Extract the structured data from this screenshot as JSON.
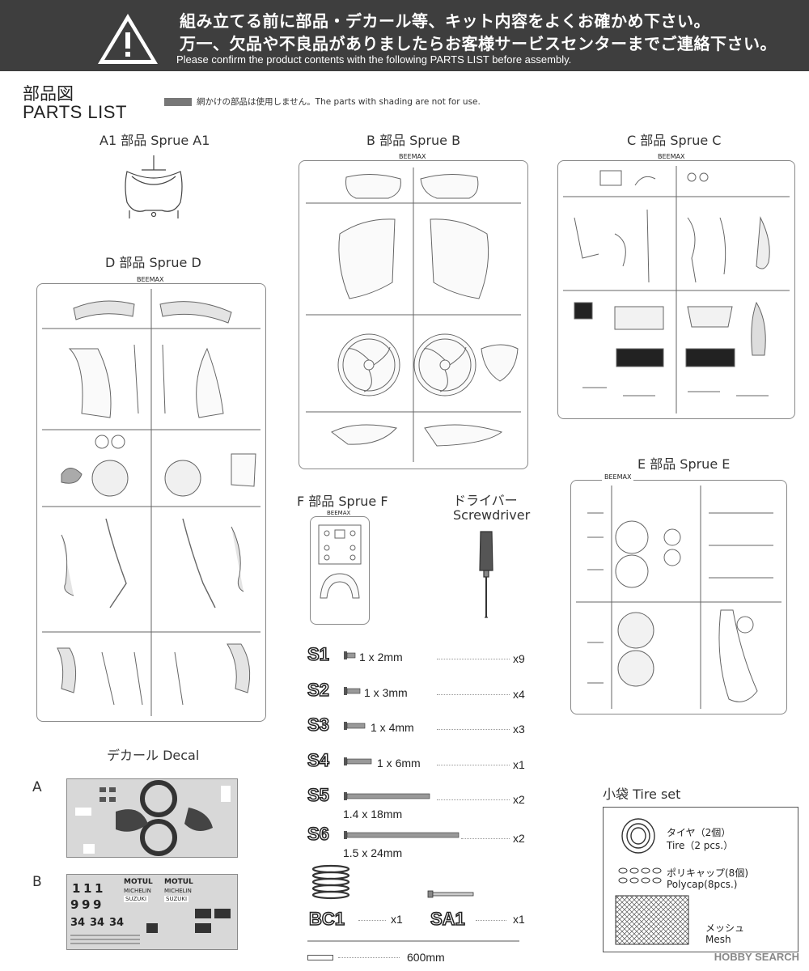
{
  "banner": {
    "line1": "組み立てる前に部品・デカール等、キット内容をよくお確かめ下さい。",
    "line2": "万一、欠品や不良品がありましたらお客様サービスセンターまでご連絡下さい。",
    "line3": "Please confirm the product contents with the following PARTS LIST before assembly."
  },
  "header": {
    "title_jp": "部品図",
    "title_en": "PARTS LIST",
    "shading_note": "網かけの部品は使用しません。The parts with shading are not for use."
  },
  "sprues": {
    "a1": "A1 部品 Sprue A1",
    "b": "B 部品 Sprue B",
    "c": "C 部品 Sprue C",
    "d": "D 部品 Sprue D",
    "e": "E 部品 Sprue E",
    "f": "F 部品 Sprue F",
    "maker_b": "BEEMAX",
    "maker_c": "BEEMAX",
    "maker_d": "BEEMAX",
    "maker_e": "BEEMAX",
    "maker_f": "BEEMAX"
  },
  "screwdriver": {
    "jp": "ドライバー",
    "en": "Screwdriver"
  },
  "screws": [
    {
      "code": "S1",
      "size": "1 x 2mm",
      "qty": "x9"
    },
    {
      "code": "S2",
      "size": "1 x 3mm",
      "qty": "x4"
    },
    {
      "code": "S3",
      "size": "1 x 4mm",
      "qty": "x3"
    },
    {
      "code": "S4",
      "size": "1 x 6mm",
      "qty": "x1"
    },
    {
      "code": "S5",
      "size": "1.4 x 18mm",
      "qty": "x2"
    },
    {
      "code": "S6",
      "size": "1.5 x 24mm",
      "qty": "x2"
    }
  ],
  "bc1": {
    "code": "BC1",
    "qty": "x1"
  },
  "sa1": {
    "code": "SA1",
    "qty": "x1"
  },
  "rod": {
    "length": "600mm"
  },
  "decal": {
    "title": "デカール Decal",
    "a": "A",
    "b": "B",
    "b_texts": [
      "MOTUL",
      "MOTUL",
      "MICHELIN",
      "MICHELIN",
      "SUZUKI",
      "SUZUKI",
      "1",
      "1",
      "1",
      "9",
      "9",
      "9",
      "34",
      "34",
      "34"
    ]
  },
  "tire_set": {
    "title": "小袋 Tire set",
    "tire_jp": "タイヤ（2個）",
    "tire_en": "Tire（2 pcs.）",
    "polycap_jp": "ポリキャップ(8個)",
    "polycap_en": "Polycap(8pcs.)",
    "mesh_jp": "メッシュ",
    "mesh_en": "Mesh"
  },
  "watermark": "HOBBY SEARCH",
  "colors": {
    "banner": "#3e3e3e",
    "shade": "#777777",
    "decal_bg": "#d8d8d8"
  }
}
